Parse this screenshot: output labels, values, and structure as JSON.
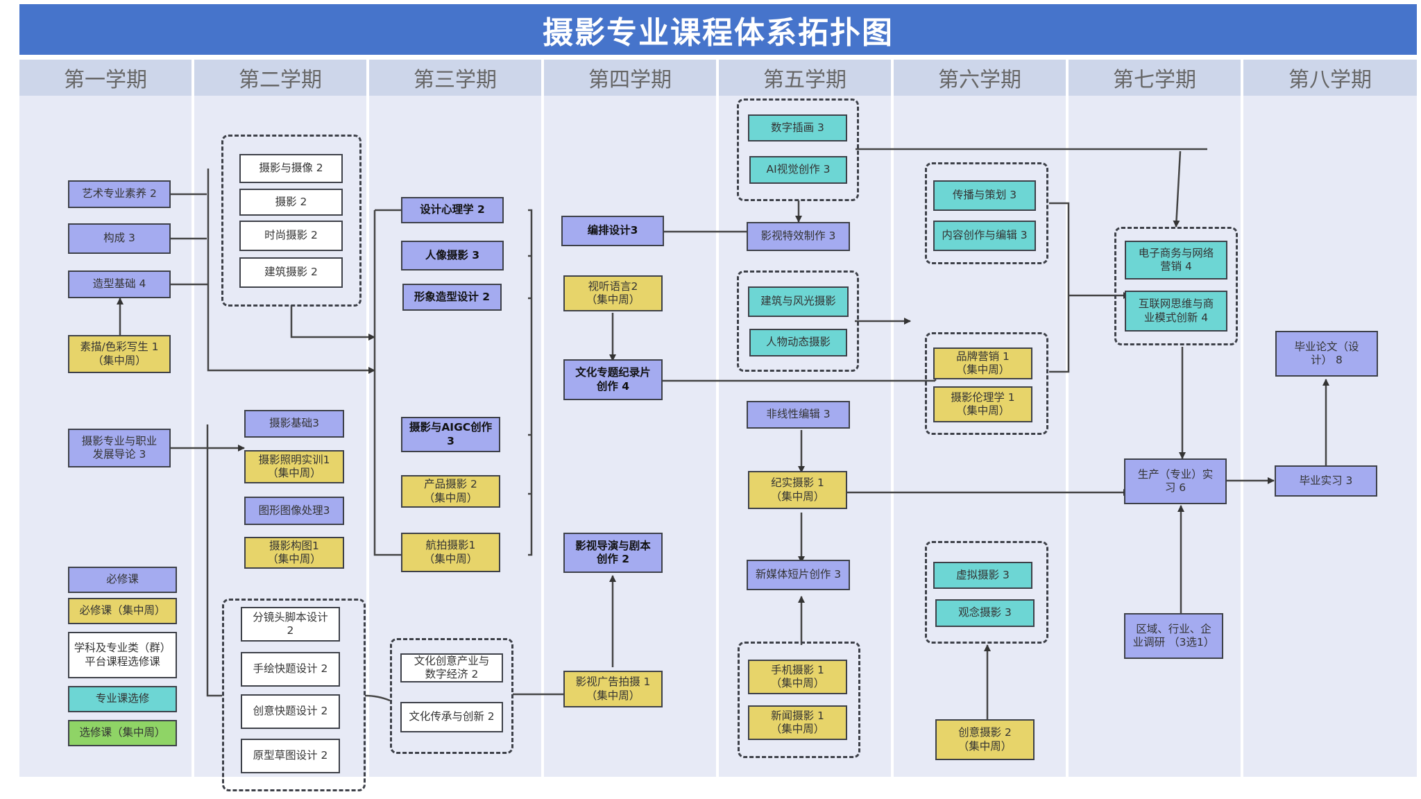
{
  "title": "摄影专业课程体系拓扑图",
  "semesters": [
    "第一学期",
    "第二学期",
    "第三学期",
    "第四学期",
    "第五学期",
    "第六学期",
    "第七学期",
    "第八学期"
  ],
  "legend": [
    {
      "label": "必修课",
      "type": "required",
      "color": "#a4abf0"
    },
    {
      "label": "必修课（集中周）",
      "type": "required-intensive",
      "color": "#e7d46a"
    },
    {
      "label": "学科及专业类（群）平台课程选修课",
      "type": "platform-elective",
      "color": "#ffffff"
    },
    {
      "label": "专业课选修",
      "type": "major-elective",
      "color": "#6dd6d4"
    },
    {
      "label": "选修课（集中周）",
      "type": "elective-intensive",
      "color": "#8fd466"
    }
  ],
  "courses": {
    "s1": {
      "art_literacy": "艺术专业素养 2",
      "composition": "构成 3",
      "modeling": "造型基础 4",
      "sketch": "素描/色彩写生 1\n（集中周）",
      "intro": "摄影专业与职业\n发展导论 3"
    },
    "s2": {
      "photo_video": "摄影与摄像 2",
      "photo": "摄影 2",
      "fashion": "时尚摄影 2",
      "arch": "建筑摄影 2",
      "photo_basics": "摄影基础3",
      "lighting": "摄影照明实训1\n（集中周）",
      "graphics": "图形图像处理3",
      "framing": "摄影构图1\n（集中周）",
      "storyboard": "分镜头脚本设计\n2",
      "hand_drawn": "手绘快题设计 2",
      "creative_quick": "创意快题设计 2",
      "prototype": "原型草图设计 2"
    },
    "s3": {
      "psychology": "设计心理学 2",
      "portrait": "人像摄影 3",
      "styling": "形象造型设计 2",
      "aigc": "摄影与AIGC创作\n3",
      "product": "产品摄影 2\n（集中周）",
      "aerial": "航拍摄影1\n（集中周）",
      "cultural_industry": "文化创意产业与\n数字经济 2",
      "heritage": "文化传承与创新 2"
    },
    "s4": {
      "layout": "编排设计3",
      "audiovisual": "视听语言2\n（集中周）",
      "documentary": "文化专题纪录片\n创作 4",
      "directing": "影视导演与剧本\n创作 2",
      "ad_shoot": "影视广告拍摄 1\n（集中周）"
    },
    "s5": {
      "illustration": "数字插画 3",
      "ai_visual": "AI视觉创作 3",
      "vfx": "影视特效制作 3",
      "landscape": "建筑与风光摄影",
      "motion": "人物动态摄影",
      "nonlinear": "非线性编辑 3",
      "documentary_photo": "纪实摄影 1\n（集中周）",
      "short_film": "新媒体短片创作 3",
      "mobile": "手机摄影 1\n（集中周）",
      "news": "新闻摄影 1\n（集中周）"
    },
    "s6": {
      "comm_planning": "传播与策划 3",
      "content": "内容创作与编辑 3",
      "brand": "品牌营销 1\n（集中周）",
      "ethics": "摄影伦理学 1\n（集中周）",
      "virtual": "虚拟摄影 3",
      "concept": "观念摄影 3",
      "creative": "创意摄影 2\n（集中周）"
    },
    "s7": {
      "ecommerce": "电子商务与网络\n营销 4",
      "internet": "互联网思维与商\n业模式创新 4",
      "internship": "生产（专业）实\n习 6",
      "research": "区域、行业、企\n业调研 （3选1）"
    },
    "s8": {
      "thesis": "毕业论文（设\n计） 8",
      "grad_internship": "毕业实习 3"
    }
  }
}
